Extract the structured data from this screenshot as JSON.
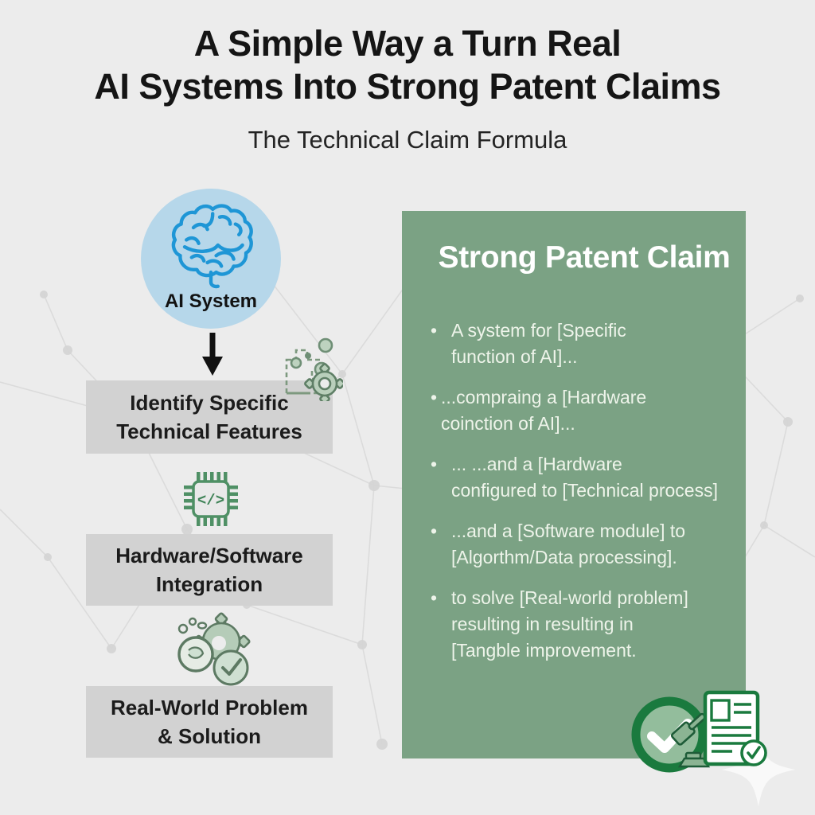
{
  "header": {
    "title_line1": "A Simple Way a Turn Real",
    "title_line2": "AI Systems Into Strong Patent Claims",
    "subtitle": "The Technical Claim Formula"
  },
  "flow": {
    "ai_system_label": "AI System",
    "chip_glyph": "</>",
    "boxes": [
      {
        "lines": [
          "Identify Specific",
          "Technical Features"
        ]
      },
      {
        "lines": [
          "Hardware/Software",
          "Integration"
        ]
      },
      {
        "lines": [
          "Real-World Problem",
          "& Solution"
        ]
      }
    ]
  },
  "panel": {
    "title": "Strong Patent Claim",
    "bullets": [
      {
        "marker": "•",
        "lines": [
          "A system for [Specific",
          "function of AI]..."
        ]
      },
      {
        "marker": "•",
        "lines": [
          "...compraing a [Hardware",
          "coinction of AI]..."
        ]
      },
      {
        "marker": "•",
        "lines": [
          "... ...and a [Hardware",
          "configured to [Technical process]"
        ]
      },
      {
        "marker": "•",
        "lines": [
          "...and a [Software module] to",
          "[Algorthm/Data processing]."
        ]
      },
      {
        "marker": "•",
        "lines": [
          "to solve [Real-world problem]",
          "resulting in resulting in",
          "[Tangble improvement."
        ]
      }
    ]
  },
  "icons": {
    "brain": "brain-icon",
    "arrow": "arrow-down-icon",
    "puzzle_gear": "puzzle-gear-icon",
    "chip": "chip-code-icon",
    "gear_magnifier": "gear-magnifier-check-icon",
    "big_check": "check-circle-icon",
    "approved_document": "approved-document-gavel-icon",
    "sparkle": "sparkle-icon"
  },
  "colors": {
    "background": "#ececec",
    "panel_green": "#7ba284",
    "dark_green": "#1a7a3e",
    "sage_icon": "#b5ccb8",
    "chip_green": "#4f9065",
    "light_blue": "#b6d7ea",
    "brain_blue": "#1e96d6",
    "box_gray": "#d2d2d2"
  }
}
